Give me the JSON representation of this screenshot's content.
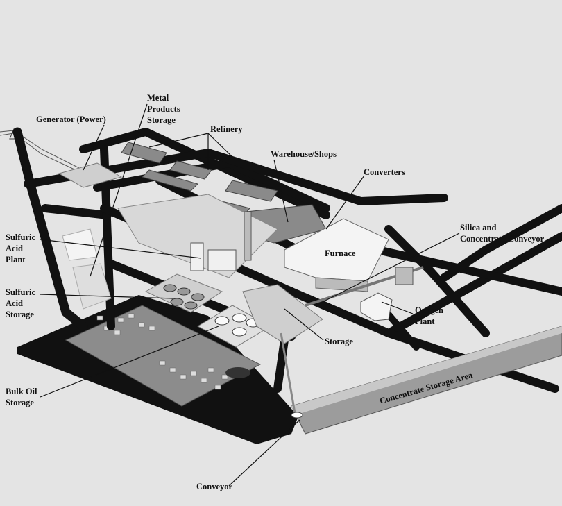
{
  "labels": {
    "generator": "Generator (Power)",
    "metal_products_storage": [
      "Metal",
      "Products",
      "Storage"
    ],
    "refinery": "Refinery",
    "warehouse_shops": "Warehouse/Shops",
    "converters": "Converters",
    "silica_conveyor": [
      "Silica and",
      "Concentrate Conveyor"
    ],
    "furnace": "Furnace",
    "sulfuric_acid_plant": [
      "Sulfuric",
      "Acid",
      "Plant"
    ],
    "sulfuric_acid_storage": [
      "Sulfuric",
      "Acid",
      "Storage"
    ],
    "oxygen_plant": [
      "Oxygen",
      "Plant"
    ],
    "storage": "Storage",
    "concentrate_storage_area": "Concentrate Storage Area",
    "bulk_oil_storage": [
      "Bulk Oil",
      "Storage"
    ],
    "conveyor": "Conveyor"
  },
  "colors": {
    "background": "#e4e4e4",
    "road": "#111111",
    "building": "#8a8a8a",
    "furnace": "#f4f4f4"
  }
}
